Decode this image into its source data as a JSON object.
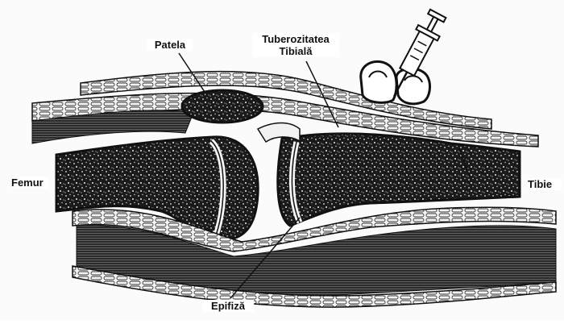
{
  "labels": {
    "patela": "Patela",
    "tuberozitatea_line1": "Tuberozitatea",
    "tuberozitatea_line2": "Tibială",
    "femur": "Femur",
    "tibie": "Tibie",
    "epifiza": "Epifiză"
  },
  "colors": {
    "ink": "#111111",
    "bone": "#1c1c1c",
    "background": "#fbfbfb"
  },
  "icons": [
    "syringe-icon",
    "finger-icon"
  ]
}
